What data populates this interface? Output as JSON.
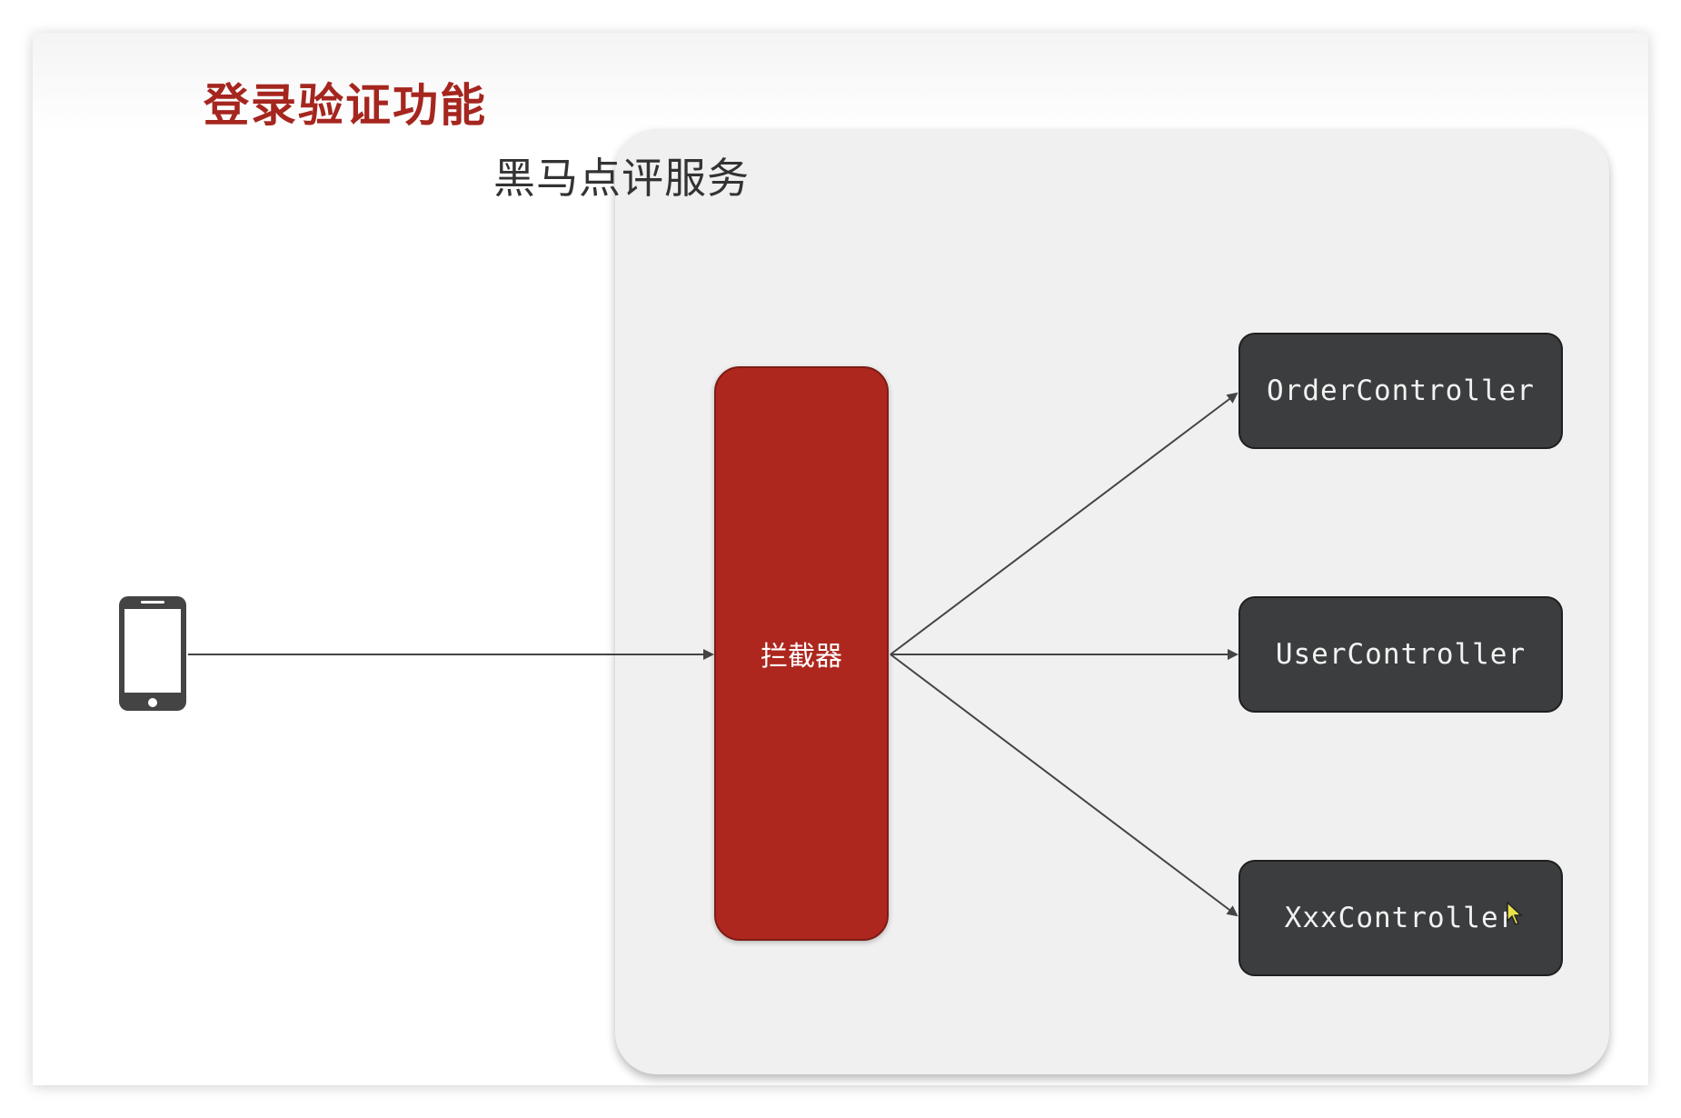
{
  "title": "登录验证功能",
  "service": {
    "title": "黑马点评服务"
  },
  "interceptor": {
    "label": "拦截器"
  },
  "controllers": [
    {
      "label": "OrderController"
    },
    {
      "label": "UserController"
    },
    {
      "label": "XxxController"
    }
  ],
  "client": {
    "icon": "smartphone-icon"
  },
  "edges": [
    {
      "from": "client",
      "to": "interceptor"
    },
    {
      "from": "interceptor",
      "to": "OrderController"
    },
    {
      "from": "interceptor",
      "to": "UserController"
    },
    {
      "from": "interceptor",
      "to": "XxxController"
    }
  ],
  "colors": {
    "title": "#a5261f",
    "interceptor": "#ad271e",
    "controller": "#3b3d3e",
    "panel": "#f0f0f0",
    "edge": "#444444"
  }
}
